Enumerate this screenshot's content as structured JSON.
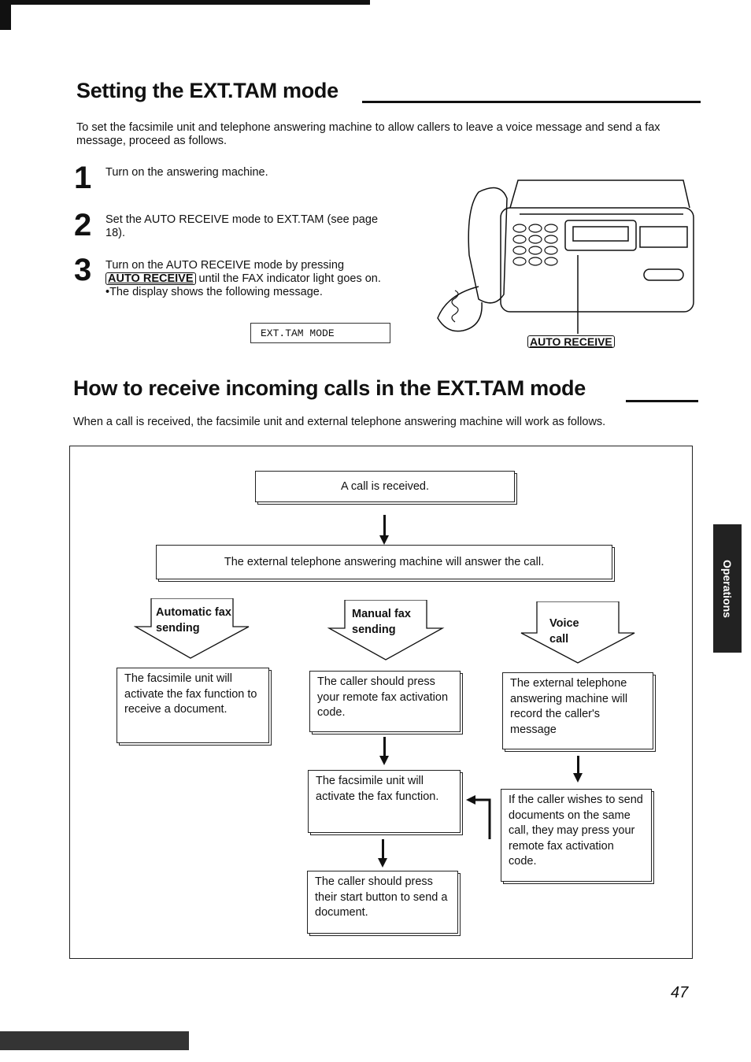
{
  "section1": {
    "heading": "Setting the EXT.TAM mode",
    "intro": "To set the facsimile unit and telephone answering machine to allow callers to leave a voice message and send a fax message, proceed as follows.",
    "steps": [
      {
        "number": "1",
        "text": "Turn on the answering machine."
      },
      {
        "number": "2",
        "text": "Set the AUTO RECEIVE mode to EXT.TAM (see page 18)."
      },
      {
        "number": "3",
        "text_before": "Turn on the AUTO RECEIVE mode by pressing",
        "key": "AUTO RECEIVE",
        "text_after": "until the FAX indicator light goes on.",
        "bullet": "•The display shows the following message."
      }
    ],
    "display_message": "EXT.TAM MODE",
    "illustration_key_label": "AUTO RECEIVE"
  },
  "section2": {
    "heading": "How to receive incoming calls in the EXT.TAM mode",
    "intro": "When a call is received, the facsimile unit and external telephone answering machine will work as follows."
  },
  "flowchart": {
    "start": "A call is received.",
    "answer": "The external telephone answering machine will answer the call.",
    "branches": [
      {
        "label": "Automatic fax sending",
        "box": "The facsimile unit will activate the fax function to receive a document."
      },
      {
        "label": "Manual fax sending",
        "box": "The caller should press your remote fax activation code.",
        "next": "The facsimile unit will activate the fax function.",
        "last": "The caller should press their start button to send a document."
      },
      {
        "label": "Voice call",
        "box": "The external telephone answering machine will record the caller's message",
        "next": "If the caller wishes to send documents on the same call, they may press your remote fax activation code."
      }
    ]
  },
  "side_tab": "Operations",
  "page_number": "47",
  "colors": {
    "ink": "#111111",
    "tab": "#222222",
    "paper": "#ffffff"
  }
}
